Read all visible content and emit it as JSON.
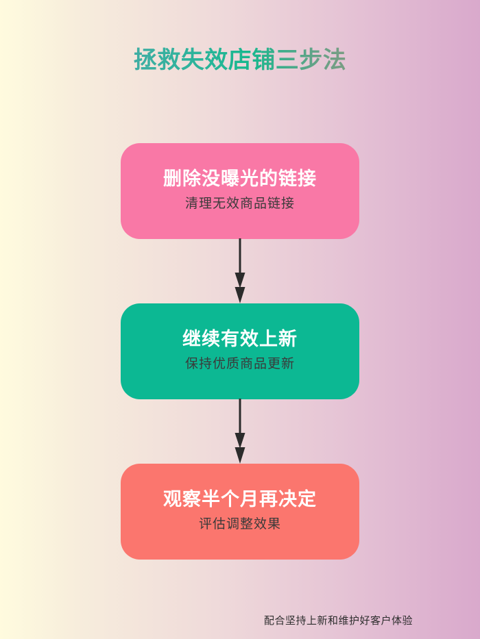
{
  "page": {
    "title": "拯救失效店铺三步法",
    "footer_note": "配合坚持上新和维护好客户体验"
  },
  "steps": [
    {
      "title": "删除没曝光的链接",
      "subtitle": "清理无效商品链接",
      "color": "#f978a6"
    },
    {
      "title": "继续有效上新",
      "subtitle": "保持优质商品更新",
      "color": "#0cb893"
    },
    {
      "title": "观察半个月再决定",
      "subtitle": "评估调整效果",
      "color": "#fb766e"
    }
  ],
  "colors": {
    "background_left": "#fffbde",
    "background_right": "#d9a9cc",
    "title_gradient_start": "#e0679c",
    "title_gradient_mid": "#17b88e",
    "title_gradient_end": "#f4756a",
    "step_title_text": "#ffffff",
    "step_subtitle_text": "#3a3a3a",
    "arrow": "#2b2b2b",
    "footer_text": "#2e2e2e"
  },
  "icons": {
    "down_arrow": "double-headed downward arrow connector"
  }
}
